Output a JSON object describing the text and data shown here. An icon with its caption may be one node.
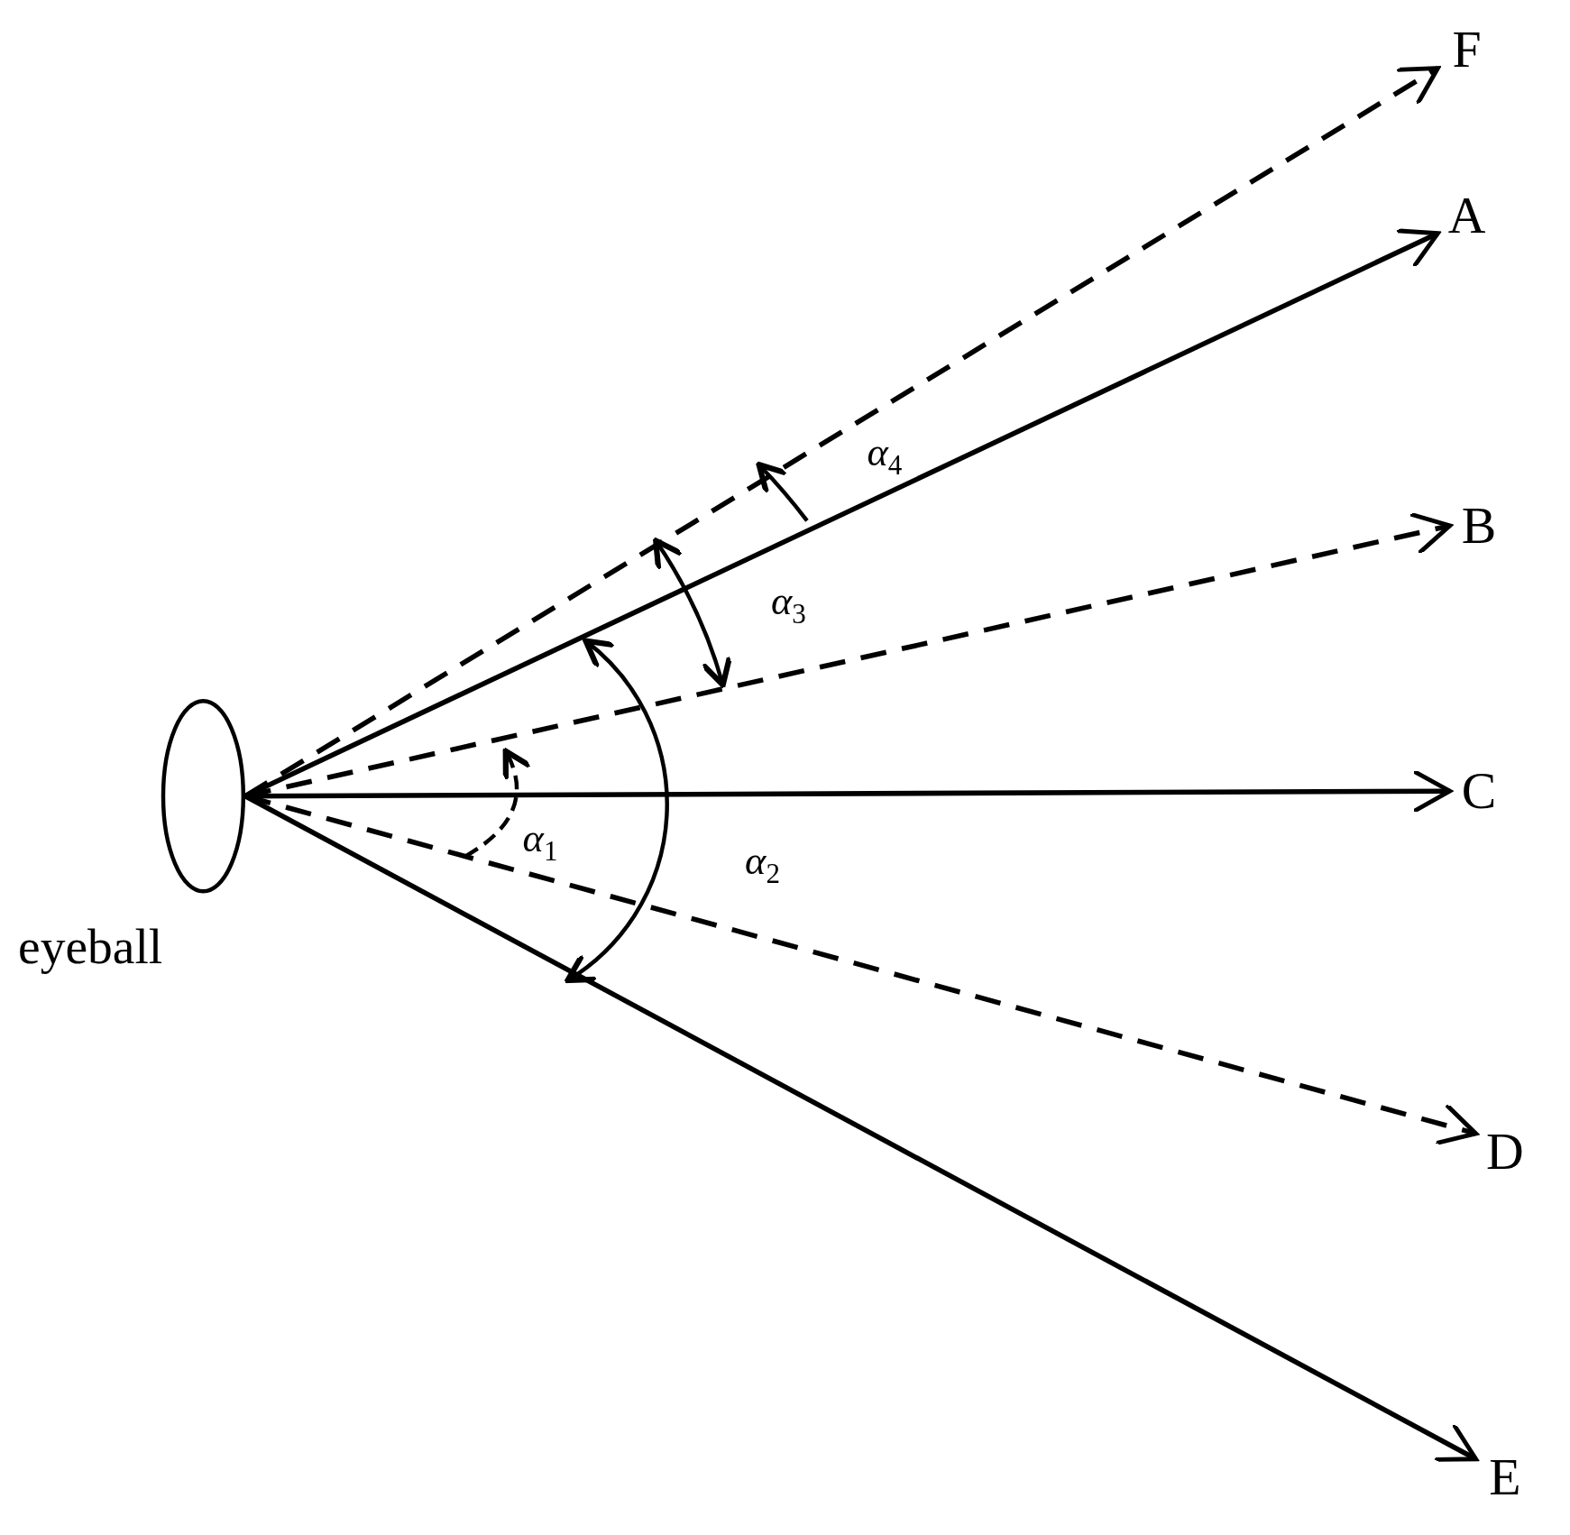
{
  "diagram": {
    "nodes": [
      {
        "text": [],
        "shape": "ellipse",
        "beside": [
          "eyeball"
        ]
      },
      {
        "text": [
          "F"
        ]
      },
      {
        "text": [
          "A"
        ]
      },
      {
        "text": [
          "B"
        ]
      },
      {
        "text": [
          "C"
        ]
      },
      {
        "text": [
          "D"
        ]
      },
      {
        "text": [
          "E"
        ]
      }
    ],
    "edges": [
      {
        "from": 0,
        "to": 1,
        "arrow": "to",
        "style": "dashed"
      },
      {
        "from": 0,
        "to": 2,
        "arrow": "to"
      },
      {
        "from": 0,
        "to": 3,
        "arrow": "to",
        "style": "dashed"
      },
      {
        "from": 0,
        "to": 4,
        "arrow": "to"
      },
      {
        "from": 0,
        "to": 5,
        "arrow": "to",
        "style": "dashed"
      },
      {
        "from": 0,
        "to": 6,
        "arrow": "to"
      }
    ],
    "labels": [
      "*α*$_{4}$",
      "*α*$_{3}$",
      "*α*$_{1}$",
      "*α*$_{2}$"
    ]
  }
}
